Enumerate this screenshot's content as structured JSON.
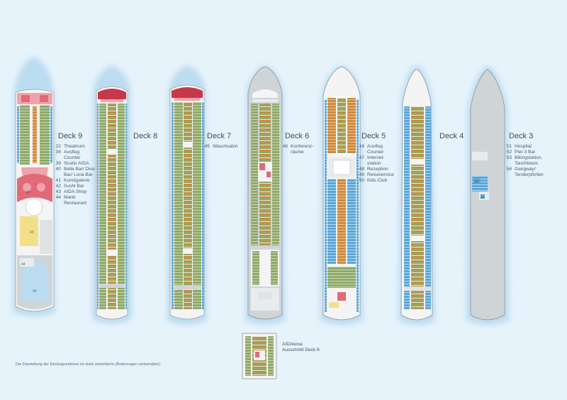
{
  "decks": [
    {
      "key": "deck9",
      "title": "Deck 9",
      "legend": [
        {
          "num": "22",
          "text": "Theatrium"
        },
        {
          "num": "34",
          "text": "Ausflug Counter"
        },
        {
          "num": "39",
          "text": "Studio AIDA"
        },
        {
          "num": "40",
          "text": "Bella Bar/ Diva Bar/ Luna Bar"
        },
        {
          "num": "41",
          "text": "Kunstgalerie"
        },
        {
          "num": "42",
          "text": "Sushi Bar"
        },
        {
          "num": "43",
          "text": "AIDA Shop"
        },
        {
          "num": "44",
          "text": "Markt Restaurant"
        }
      ],
      "area_labels": {
        "a42": "42",
        "a43": "43",
        "a44a": "44",
        "a44b": "44"
      }
    },
    {
      "key": "deck8",
      "title": "Deck 8",
      "legend": []
    },
    {
      "key": "deck7",
      "title": "Deck 7",
      "legend": [
        {
          "num": "45",
          "text": "Waschsalon"
        }
      ]
    },
    {
      "key": "deck6",
      "title": "Deck 6",
      "legend": [
        {
          "num": "46",
          "text": "Konferenz- räume"
        }
      ]
    },
    {
      "key": "deck5",
      "title": "Deck 5",
      "legend": [
        {
          "num": "34",
          "text": "Ausflug Counter"
        },
        {
          "num": "47",
          "text": "Internet- station"
        },
        {
          "num": "48",
          "text": "Rezeption"
        },
        {
          "num": "49",
          "text": "Reiseservice"
        },
        {
          "num": "50",
          "text": "Kids Club"
        }
      ]
    },
    {
      "key": "deck4",
      "title": "Deck 4",
      "legend": []
    },
    {
      "key": "deck3",
      "title": "Deck 3",
      "legend": [
        {
          "num": "51",
          "text": "Hospital"
        },
        {
          "num": "52",
          "text": "Pier 3 Bar"
        },
        {
          "num": "53",
          "text": "Bikingstation, Tauchbasis"
        },
        {
          "num": "54",
          "text": "Gangway/ Tenderpforten"
        }
      ],
      "area_labels": {
        "a53": "53",
        "a54": "54"
      }
    }
  ],
  "inset": {
    "caption_line1": "AIDAluna:",
    "caption_line2": "Ausschnitt Deck 6"
  },
  "footnote": "Die Darstellung der Decksgrundrisse ist stark vereinfacht (Änderungen vorbehalten).",
  "colors": {
    "background": "#e6f3fb",
    "water_glow": "#bcdcf1",
    "hull_fill": "#f4f4f4",
    "hull_outline": "#9aa5ac",
    "deck_gray": "#cfd4d7",
    "cabin_green": "#8fa96a",
    "cabin_orange": "#cf8a3c",
    "cabin_blue": "#5aa6d6",
    "public_red": "#e06a78",
    "public_pink": "#f0a3ad",
    "public_yellow": "#f1df8c",
    "text": "#4a5a66"
  }
}
